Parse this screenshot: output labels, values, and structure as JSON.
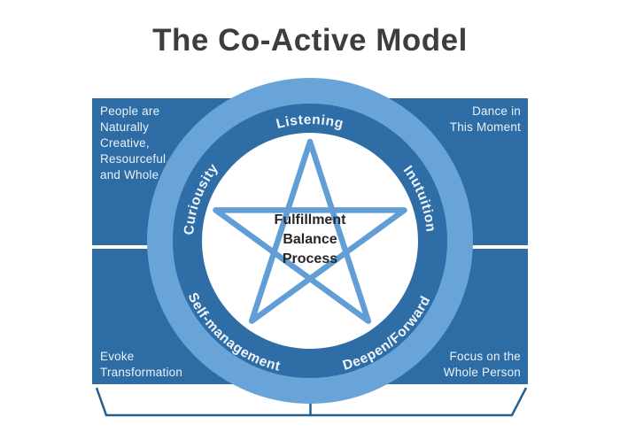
{
  "title": "The Co-Active Model",
  "principles": {
    "top_left": "People are\nNaturally\nCreative,\nResourceful,\nand Whole",
    "top_right": "Dance in\nThis Moment",
    "bottom_left": "Evoke\nTransformation",
    "bottom_right": "Focus on the\nWhole Person"
  },
  "ring_labels": {
    "top": "Listening",
    "right": "Inutuition",
    "left": "Curiousity",
    "bottom_left": "Self-management",
    "bottom_right": "Deepen/Forward"
  },
  "center_label": "Fulfillment\nBalance\nProcess",
  "colors": {
    "panel_blue": "#2d6ca4",
    "ring_light_blue": "#68a4d8",
    "ring_dark_blue": "#2e6da6",
    "star_blue": "#619ed6",
    "outline_blue": "#23608f",
    "title_text": "#3d3d3d",
    "center_text": "#262626",
    "label_text": "#eaf2f9",
    "page_bg": "#ffffff"
  }
}
